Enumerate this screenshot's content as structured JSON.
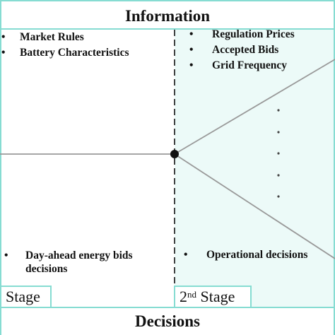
{
  "header": {
    "title": "Information"
  },
  "information": {
    "first_stage": [
      "Market Rules",
      "Battery Characteristics"
    ],
    "second_stage": [
      "Regulation Prices",
      "Accepted Bids",
      "Grid Frequency"
    ]
  },
  "decisions": {
    "first_stage": [
      "Day-ahead energy bids decisions"
    ],
    "second_stage": [
      "Operational decisions"
    ]
  },
  "stages": {
    "first_label": "Stage",
    "second_prefix": "2",
    "second_sup": "nd",
    "second_suffix": "Stage"
  },
  "footer": {
    "title": "Decisions"
  },
  "colors": {
    "border": "#86dcd2",
    "second_stage_fill": "#ecfaf8",
    "line": "#999999"
  },
  "bullet_glyph": "•"
}
